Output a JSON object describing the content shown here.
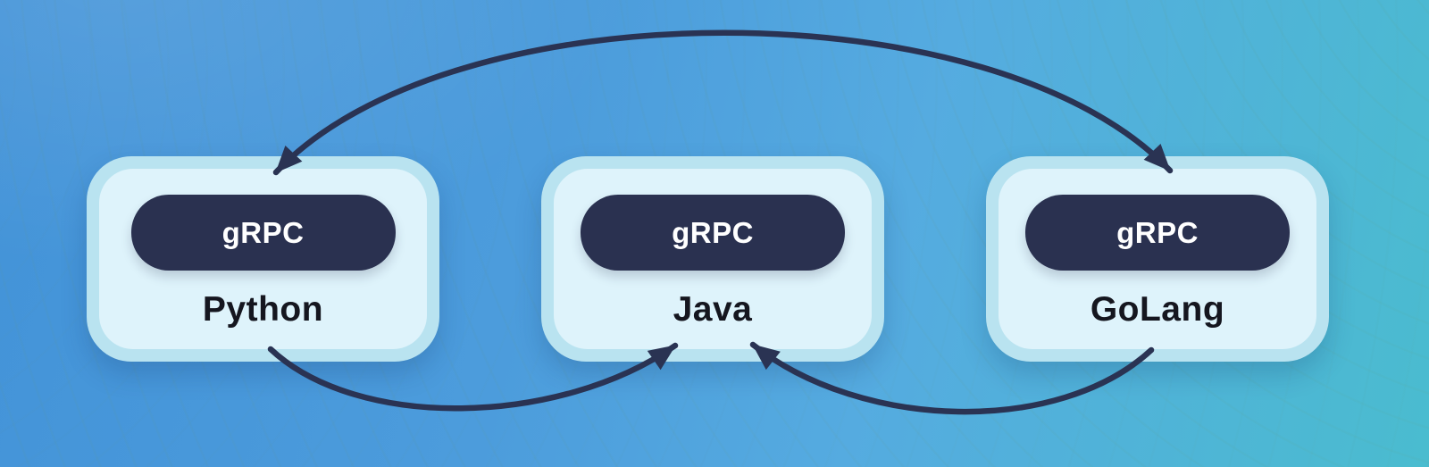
{
  "diagram": {
    "type": "architecture-diagram",
    "nodes": [
      {
        "id": "python",
        "badge": "gRPC",
        "label": "Python"
      },
      {
        "id": "java",
        "badge": "gRPC",
        "label": "Java"
      },
      {
        "id": "golang",
        "badge": "gRPC",
        "label": "GoLang"
      }
    ],
    "edges": [
      {
        "from": "Python",
        "to": "GoLang",
        "position": "top-arc",
        "arrowheads": "both"
      },
      {
        "from": "Python",
        "to": "Java",
        "position": "bottom-arc",
        "arrowheads": "end"
      },
      {
        "from": "GoLang",
        "to": "Java",
        "position": "bottom-arc",
        "arrowheads": "end"
      }
    ],
    "colors": {
      "background_blue": "#4393d8",
      "background_teal": "#4abccf",
      "node_ring": "#b9e3f0",
      "node_fill": "#def3fb",
      "badge_background": "#2a3150",
      "badge_text": "#ffffff",
      "label_text": "#15161f",
      "arrow": "#2a3353"
    }
  }
}
